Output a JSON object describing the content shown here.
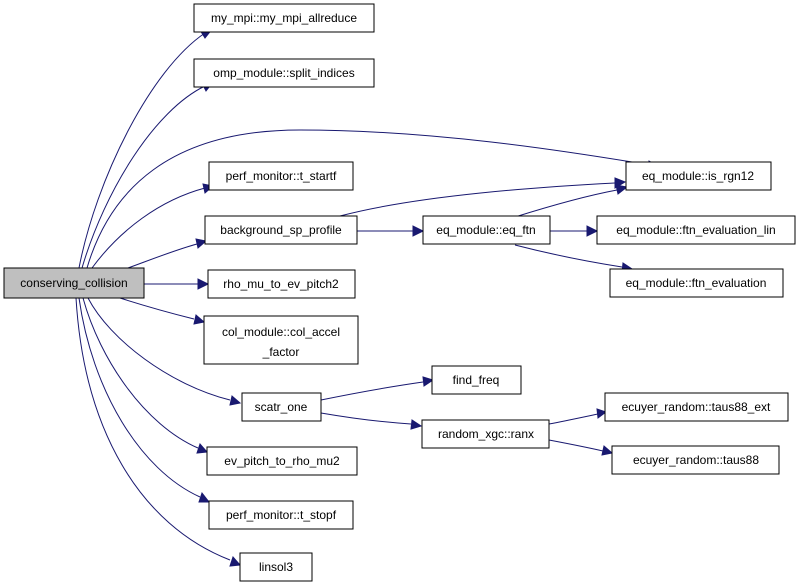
{
  "diagram": {
    "colors": {
      "edge": "#191970",
      "root_fill": "#bfbfbf",
      "node_fill": "#ffffff",
      "node_stroke": "#000000"
    },
    "nodes": {
      "conserving_collision": "conserving_collision",
      "my_mpi_allreduce": "my_mpi::my_mpi_allreduce",
      "split_indices": "omp_module::split_indices",
      "is_rgn12": "eq_module::is_rgn12",
      "t_startf": "perf_monitor::t_startf",
      "background_sp_profile": "background_sp_profile",
      "eq_ftn": "eq_module::eq_ftn",
      "ftn_evaluation_lin": "eq_module::ftn_evaluation_lin",
      "ftn_evaluation": "eq_module::ftn_evaluation",
      "rho_mu_to_ev_pitch2": "rho_mu_to_ev_pitch2",
      "col_accel_factor_l1": "col_module::col_accel",
      "col_accel_factor_l2": "_factor",
      "scatr_one": "scatr_one",
      "find_freq": "find_freq",
      "ranx": "random_xgc::ranx",
      "taus88_ext": "ecuyer_random::taus88_ext",
      "taus88": "ecuyer_random::taus88",
      "ev_pitch_to_rho_mu2": "ev_pitch_to_rho_mu2",
      "t_stopf": "perf_monitor::t_stopf",
      "linsol3": "linsol3"
    }
  }
}
